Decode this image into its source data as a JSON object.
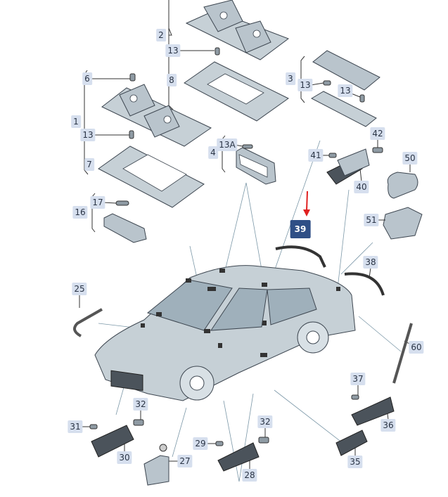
{
  "diagram": {
    "highlight_color": "#2f4f86",
    "arrow_color": "#e02020",
    "labels": [
      "2",
      "13",
      "8",
      "6",
      "1",
      "13",
      "7",
      "3",
      "13",
      "13",
      "4",
      "13A",
      "41",
      "42",
      "50",
      "40",
      "17",
      "16",
      "39",
      "51",
      "38",
      "25",
      "60",
      "37",
      "36",
      "35",
      "31",
      "32",
      "30",
      "27",
      "29",
      "32",
      "28"
    ],
    "highlighted_part": "39"
  }
}
